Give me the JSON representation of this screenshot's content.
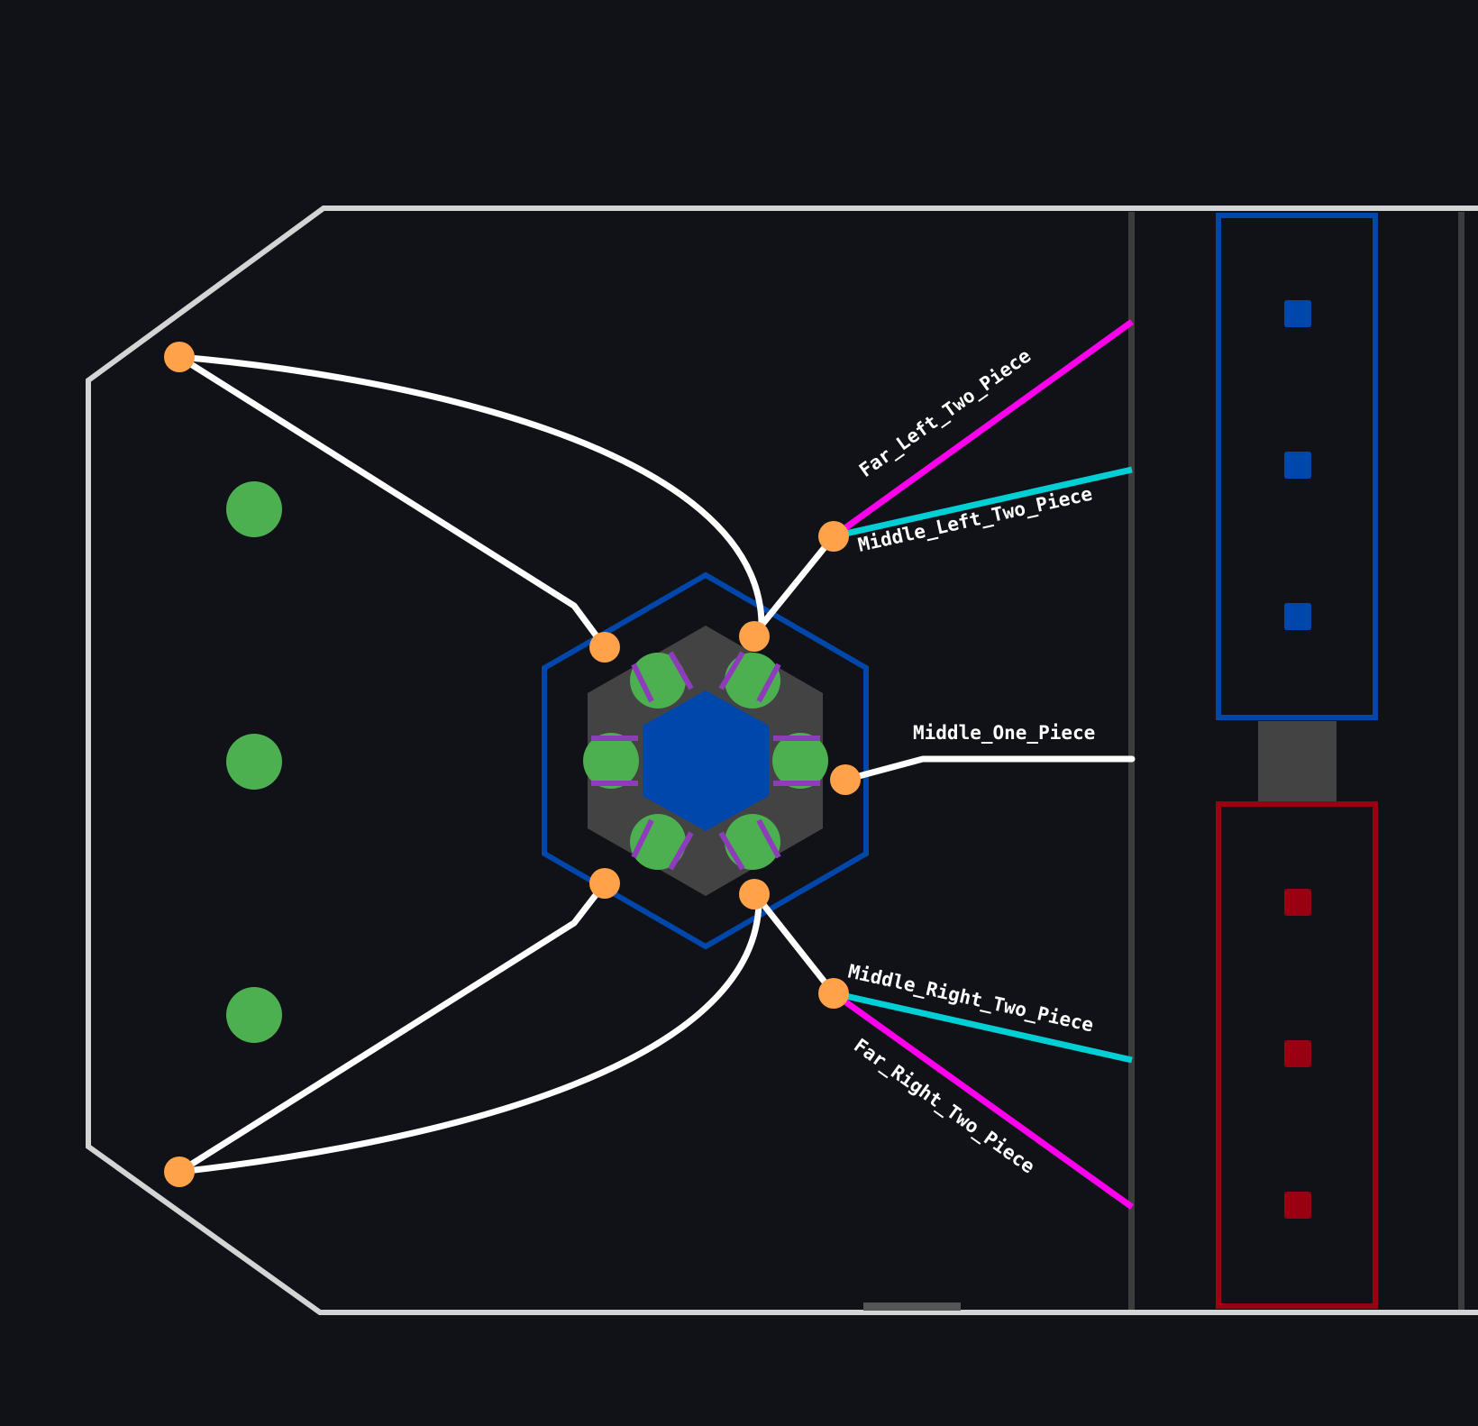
{
  "labels": {
    "far_left": "Far_Left_Two_Piece",
    "middle_left": "Middle_Left_Two_Piece",
    "middle_one": "Middle_One_Piece",
    "middle_right": "Middle_Right_Two_Piece",
    "far_right": "Far_Right_Two_Piece"
  },
  "colors": {
    "background": "#111217",
    "field_border": "#d4d4d4",
    "route": "#ffffff",
    "node": "#ffa24a",
    "ball": "#4caf50",
    "blue": "#0047ab",
    "red": "#990011",
    "magenta": "#ff00ee",
    "cyan": "#00cfd6",
    "purple": "#8e3dba",
    "hub_gray": "#434343",
    "divider": "#3c3c3c"
  }
}
